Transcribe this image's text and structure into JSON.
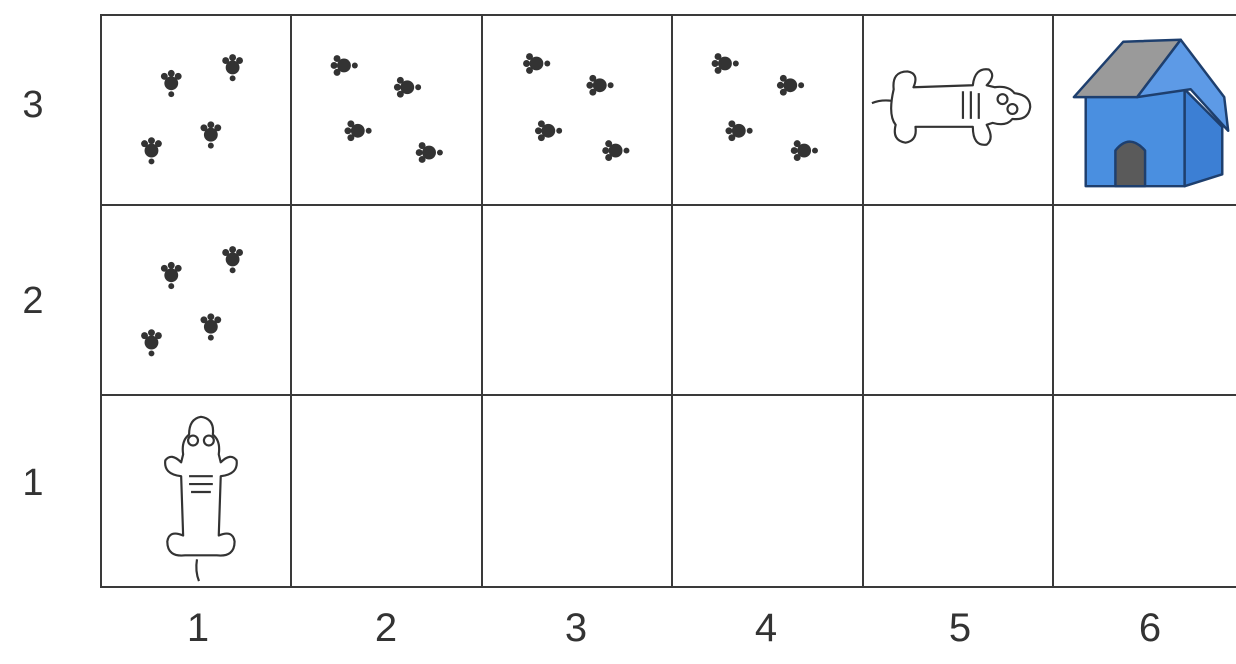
{
  "rows": [
    "3",
    "2",
    "1"
  ],
  "columns": [
    "1",
    "2",
    "3",
    "4",
    "5",
    "6"
  ],
  "icons": {
    "paw_prints": "paw-prints-icon",
    "dog": "dog-icon",
    "doghouse": "doghouse-icon"
  },
  "colors": {
    "grid_line": "#3a3a3a",
    "paw": "#333333",
    "doghouse_wall": "#4a8fe0",
    "doghouse_roof": "#9a9a9a",
    "doghouse_door": "#5a5a5a"
  }
}
